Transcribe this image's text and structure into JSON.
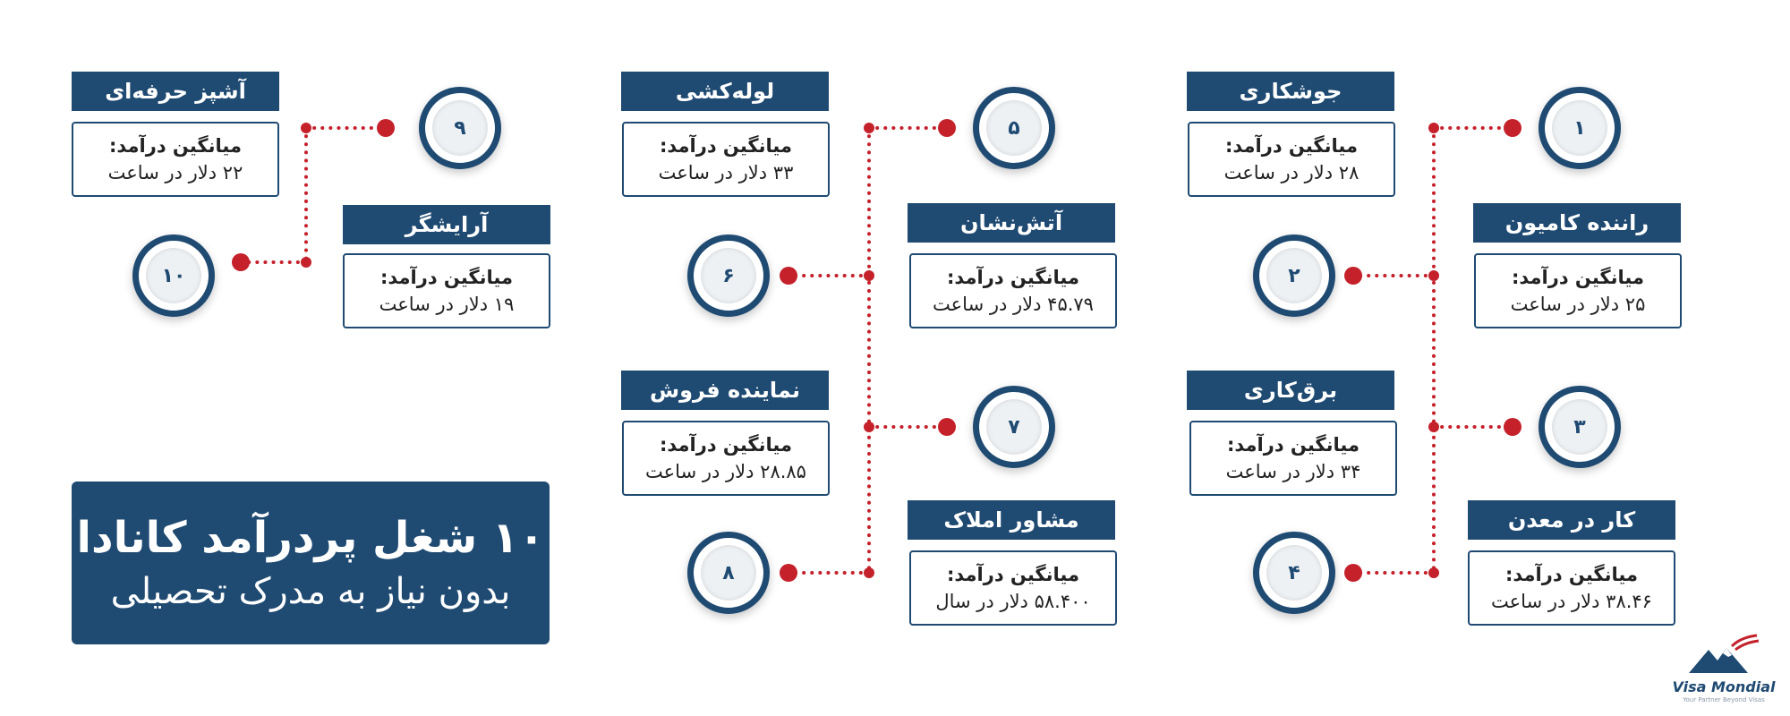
{
  "headline": {
    "title": "۱۰ شغل پردرآمد کانادا",
    "subtitle": "بدون نیاز به مدرک تحصیلی"
  },
  "income_label": "میانگین درآمد:",
  "jobs": [
    {
      "number": "۱",
      "title": "جوشکاری",
      "income": "۲۸ دلار در ساعت"
    },
    {
      "number": "۲",
      "title": "راننده کامیون",
      "income": "۲۵ دلار در ساعت"
    },
    {
      "number": "۳",
      "title": "برق‌کاری",
      "income": "۳۴ دلار در ساعت"
    },
    {
      "number": "۴",
      "title": "کار در معدن",
      "income": "۳۸.۴۶ دلار در ساعت"
    },
    {
      "number": "۵",
      "title": "لوله‌کشی",
      "income": "۳۳ دلار در ساعت"
    },
    {
      "number": "۶",
      "title": "آتش‌نشان",
      "income": "۴۵.۷۹ دلار در ساعت"
    },
    {
      "number": "۷",
      "title": "نماینده فروش",
      "income": "۲۸.۸۵ دلار در ساعت"
    },
    {
      "number": "۸",
      "title": "مشاور املاک",
      "income": "۵۸.۴۰۰ دلار در سال"
    },
    {
      "number": "۹",
      "title": "آشپز حرفه‌ای",
      "income": "۲۲ دلار در ساعت"
    },
    {
      "number": "۱۰",
      "title": "آرایشگر",
      "income": "۱۹ دلار در ساعت"
    }
  ],
  "logo": {
    "name": "Visa Mondial",
    "tagline": "Your Partner Beyond Visas"
  },
  "colors": {
    "primary": "#1f4a72",
    "accent": "#c4212b"
  }
}
